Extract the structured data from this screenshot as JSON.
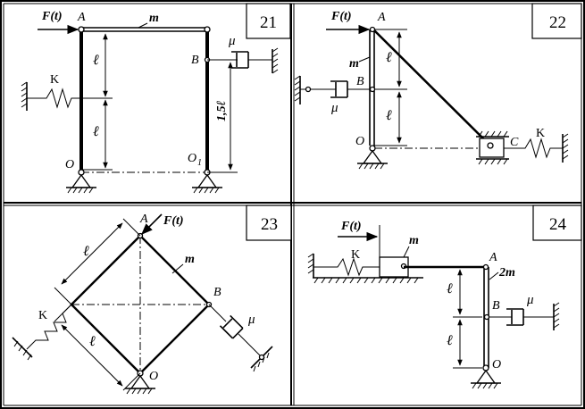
{
  "panels": [
    {
      "number": "21",
      "labels": {
        "force": "F(t)",
        "A": "A",
        "B": "B",
        "O": "O",
        "O1": "O",
        "O1_sub": "1",
        "mass": "m",
        "spring": "K",
        "damper": "μ",
        "len1": "ℓ",
        "len2": "ℓ",
        "len3": "1,5ℓ"
      }
    },
    {
      "number": "22",
      "labels": {
        "force": "F(t)",
        "A": "A",
        "B": "B",
        "O": "O",
        "C": "C",
        "mass": "m",
        "spring": "K",
        "damper": "μ",
        "len1": "ℓ",
        "len2": "ℓ"
      }
    },
    {
      "number": "23",
      "labels": {
        "force": "F(t)",
        "A": "A",
        "B": "B",
        "O": "O",
        "mass": "m",
        "spring": "K",
        "damper": "μ",
        "len1": "ℓ",
        "len2": "ℓ"
      }
    },
    {
      "number": "24",
      "labels": {
        "force": "F(t)",
        "A": "A",
        "B": "B",
        "O": "O",
        "mass_block": "m",
        "mass_bar": "2m",
        "spring": "K",
        "damper": "μ",
        "len1": "ℓ",
        "len2": "ℓ"
      }
    }
  ]
}
